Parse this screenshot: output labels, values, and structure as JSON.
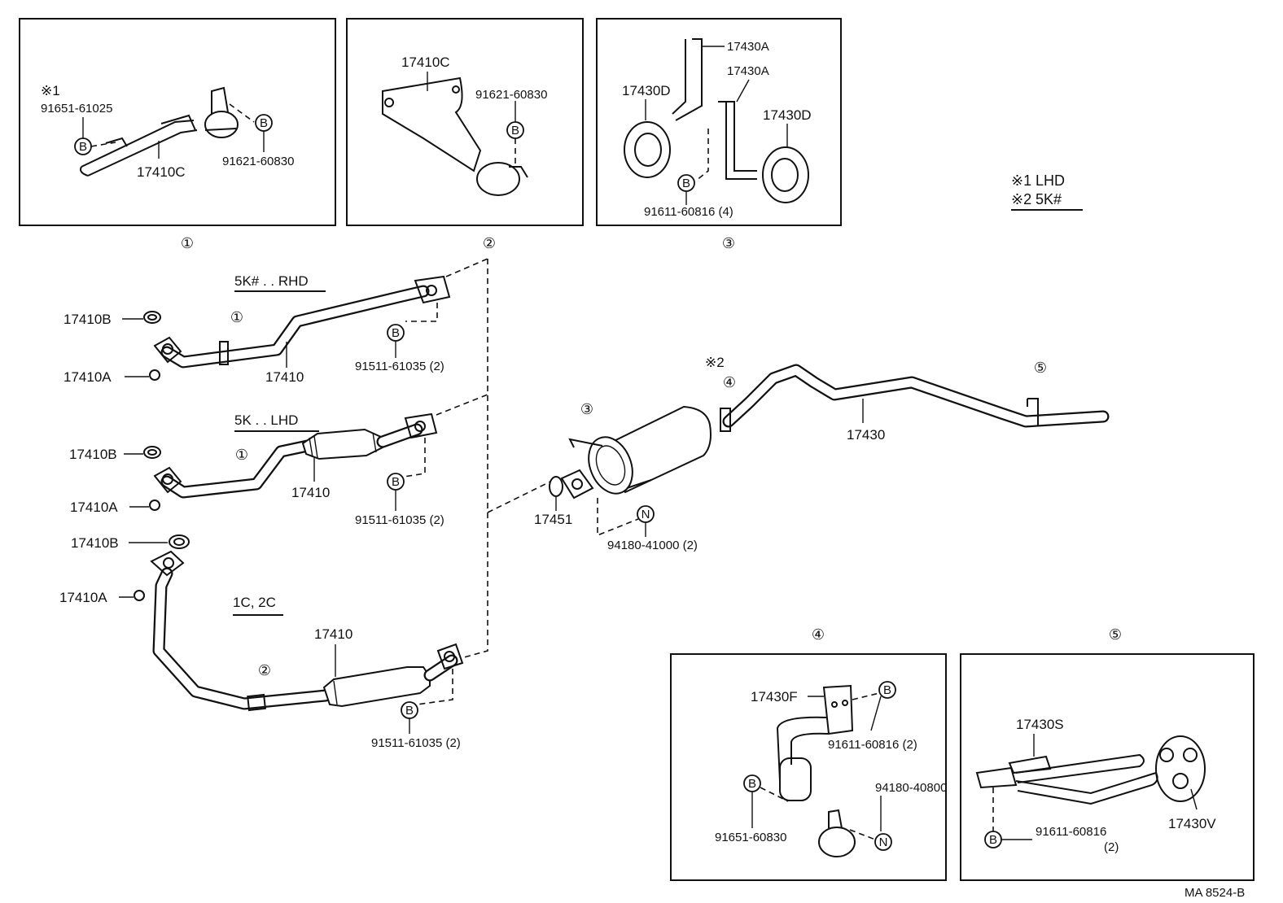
{
  "notes": {
    "note1_mark": "※1",
    "note1_text": "LHD",
    "note2_mark": "※2",
    "note2_text": "5K#"
  },
  "inset_markers": {
    "m1": "①",
    "m2": "②",
    "m3": "③",
    "m4": "④",
    "m5": "⑤"
  },
  "inset1": {
    "note": "※1",
    "bolt": "91651-61025",
    "bracket": "17410C",
    "clamp_bolt": "91621-60830"
  },
  "inset2": {
    "bracket": "17410C",
    "clamp_bolt": "91621-60830"
  },
  "inset3": {
    "hanger_a1": "17430A",
    "hanger_a2": "17430A",
    "cushion_d1": "17430D",
    "cushion_d2": "17430D",
    "bolt": "91611-60816 (4)"
  },
  "inset4": {
    "bracket": "17430F",
    "bolt_upper": "91611-60816 (2)",
    "nut": "94180-40800",
    "bolt_lower": "91651-60830"
  },
  "inset5": {
    "hanger": "17430S",
    "cushion": "17430V",
    "bolt": "91611-60816",
    "bolt_qty": "(2)"
  },
  "pipe_rhd": {
    "heading": "5K# . . RHD",
    "gasket": "17410B",
    "nut": "17410A",
    "pipe": "17410",
    "bolt": "91511-61035 (2)"
  },
  "pipe_lhd": {
    "heading": "5K . . LHD",
    "gasket": "17410B",
    "nut": "17410A",
    "pipe": "17410",
    "bolt": "91511-61035 (2)"
  },
  "pipe_diesel": {
    "heading": "1C, 2C",
    "gasket": "17410B",
    "nut": "17410A",
    "pipe": "17410",
    "bolt": "91511-61035 (2)"
  },
  "tail": {
    "note": "※2",
    "gasket": "17451",
    "nut": "94180-41000 (2)",
    "pipe": "17430"
  },
  "symbols": {
    "bolt": "B",
    "nut": "N"
  },
  "diagram_code": "MA  8524-B"
}
